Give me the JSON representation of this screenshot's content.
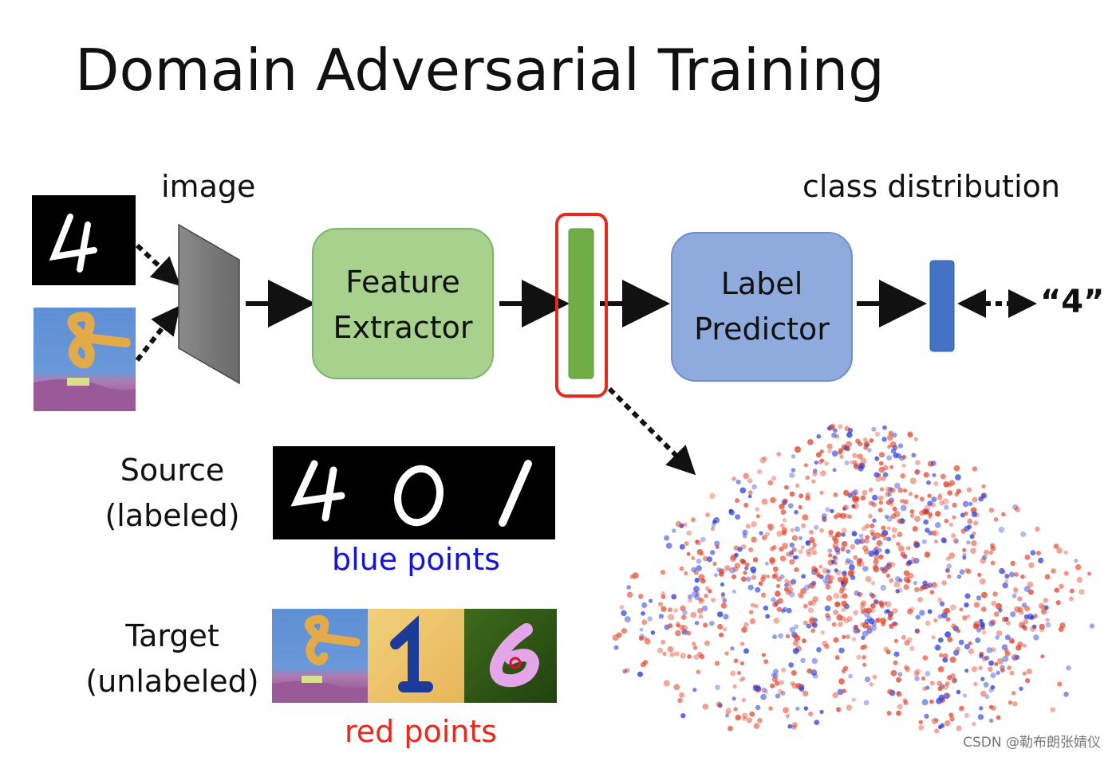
{
  "slide": {
    "title": "Domain Adversarial Training"
  },
  "labels": {
    "image": "image",
    "class_distribution": "class distribution",
    "output_class": "“4”",
    "source_line1": "Source",
    "source_line2": "(labeled)",
    "target_line1": "Target",
    "target_line2": "(unlabeled)",
    "blue_points": "blue points",
    "red_points": "red points"
  },
  "blocks": {
    "feature_extractor": {
      "line1": "Feature",
      "line2": "Extractor"
    },
    "label_predictor": {
      "line1": "Label",
      "line2": "Predictor"
    }
  },
  "sample_digits": {
    "input_digit": "4",
    "source_digits": [
      "4",
      "0",
      "1"
    ],
    "target_digits": [
      "8",
      "1",
      "6"
    ]
  },
  "colors": {
    "feature_extractor_fill": "#a9d18e",
    "feature_extractor_stroke": "#79b56a",
    "label_predictor_fill": "#8faadc",
    "label_predictor_stroke": "#6f8fcc",
    "feature_vector": "#70ad47",
    "class_vector": "#4472c4",
    "highlight": "#e8281c",
    "blue_text": "#1414d8",
    "red_text": "#e8281c",
    "red_points": "#e0452c",
    "blue_points": "#2a3cd8"
  },
  "watermark": "CSDN @勒布朗张婧仪"
}
